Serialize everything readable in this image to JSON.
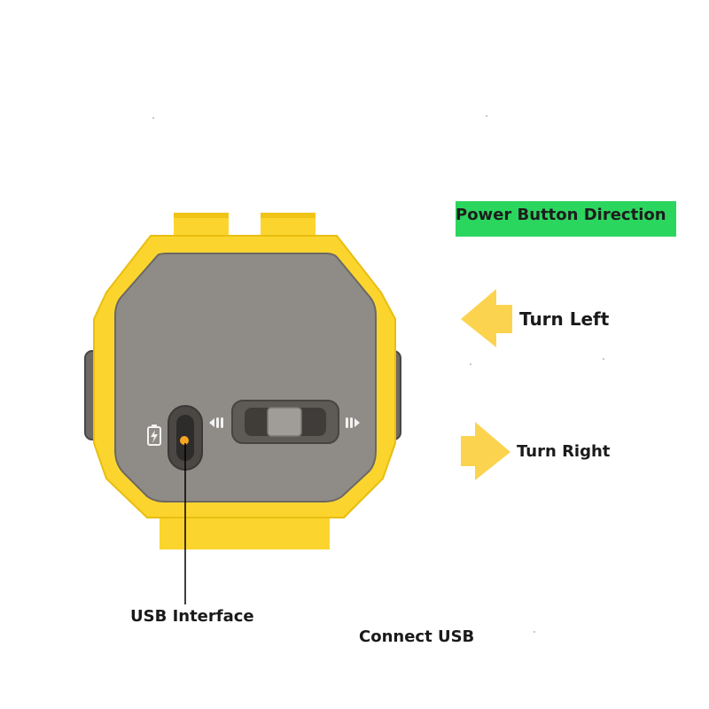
{
  "labels": {
    "power_direction": "Power Button Direction",
    "turn_left": "Turn Left",
    "turn_right": "Turn Right",
    "usb_interface": "USB Interface",
    "connect_usb": "Connect USB"
  },
  "colors": {
    "device_yellow": "#fbd52e",
    "device_yellow_dark": "#e6b400",
    "panel_gray": "#8f8b86",
    "panel_gray_dark": "#5e5a56",
    "arrow_yellow": "#fcd34f",
    "label_green": "#2bd65e",
    "port_orange": "#f6a623"
  },
  "icons": {
    "battery": "lightning-battery-icon",
    "left_marker": "left-arrow-marker-icon",
    "right_marker": "right-arrow-marker-icon"
  }
}
